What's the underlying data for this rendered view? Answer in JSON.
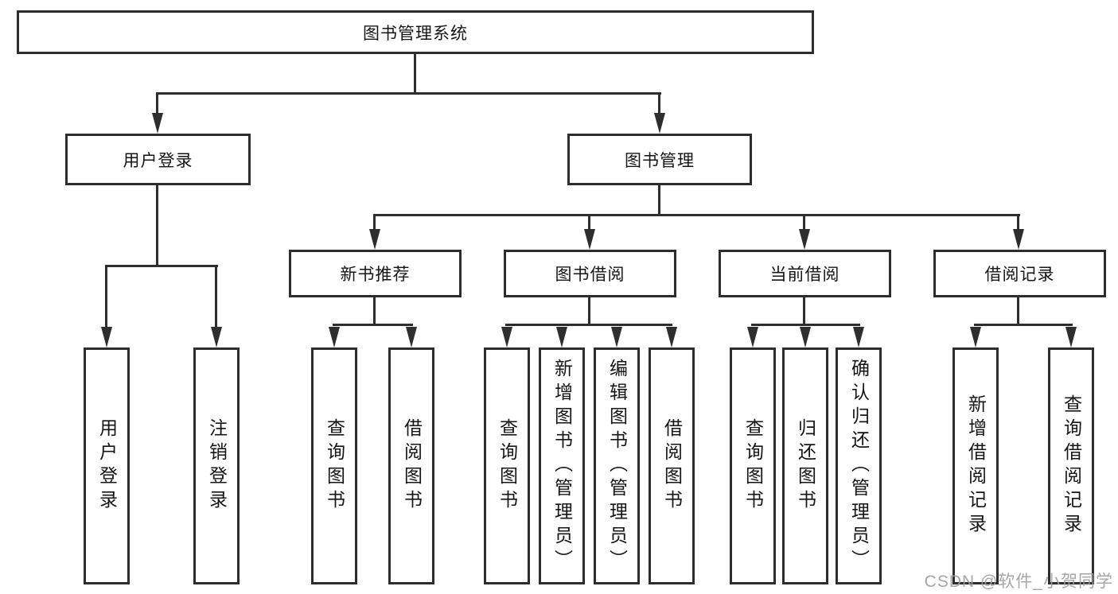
{
  "tree": {
    "root": "图书管理系统",
    "children": [
      {
        "label": "用户登录",
        "children": [
          "用户登录",
          "注销登录"
        ]
      },
      {
        "label": "图书管理",
        "children": [
          {
            "label": "新书推荐",
            "children": [
              "查询图书",
              "借阅图书"
            ]
          },
          {
            "label": "图书借阅",
            "children": [
              "查询图书",
              "新增图书（管理员）",
              "编辑图书（管理员）",
              "借阅图书"
            ]
          },
          {
            "label": "当前借阅",
            "children": [
              "查询图书",
              "归还图书",
              "确认归还（管理员）"
            ]
          },
          {
            "label": "借阅记录",
            "children": [
              "新增借阅记录",
              "查询借阅记录"
            ]
          }
        ]
      }
    ]
  },
  "watermark": {
    "text": "CSDN @软件_小贺同学"
  },
  "colors": {
    "line": "#2e2e2e",
    "border": "#2d2d2d",
    "text": "#151515",
    "watermark": "#9e9e9e",
    "background": "#ffffff"
  }
}
